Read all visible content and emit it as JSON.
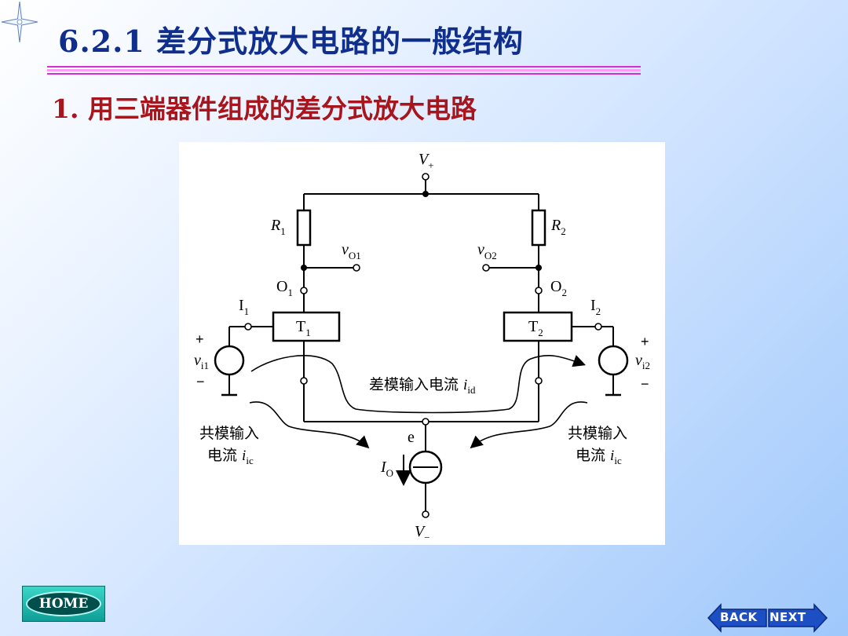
{
  "slide": {
    "title": "6.2.1  差分式放大电路的一般结构",
    "subtitle": "1. 用三端器件组成的差分式放大电路",
    "accent_colors": {
      "title": "#102e8c",
      "subtitle": "#a8151c",
      "rule": "#d42fd0"
    }
  },
  "circuit": {
    "v_plus": {
      "main": "V",
      "sub": "+"
    },
    "v_minus": {
      "main": "V",
      "sub": "−"
    },
    "r1": {
      "main": "R",
      "sub": "1"
    },
    "r2": {
      "main": "R",
      "sub": "2"
    },
    "vo1": {
      "main": "v",
      "sub": "O1"
    },
    "vo2": {
      "main": "v",
      "sub": "O2"
    },
    "o1": {
      "main": "O",
      "sub": "1"
    },
    "o2": {
      "main": "O",
      "sub": "2"
    },
    "i1": {
      "main": "I",
      "sub": "1"
    },
    "i2": {
      "main": "I",
      "sub": "2"
    },
    "t1": {
      "main": "T",
      "sub": "1"
    },
    "t2": {
      "main": "T",
      "sub": "2"
    },
    "vi1": {
      "main": "v",
      "sub": "i1"
    },
    "vi2": {
      "main": "v",
      "sub": "i2"
    },
    "plus_sign": "+",
    "minus_sign": "−",
    "diff_current": {
      "text": "差模输入电流 ",
      "main": "i",
      "sub": "id"
    },
    "common_line1": "共模输入",
    "common_line2": {
      "text": "电流 ",
      "main": "i",
      "sub": "ic"
    },
    "node_e": "e",
    "io": {
      "main": "I",
      "sub": "O"
    }
  },
  "nav": {
    "home_label": "HOME",
    "back_label": "BACK",
    "next_label": "NEXT",
    "button_color": "#1eb7ae",
    "arrow_color": "#1d4fc4"
  },
  "icons": [
    "sparkle-star-icon",
    "back-arrow-icon",
    "next-arrow-icon"
  ]
}
